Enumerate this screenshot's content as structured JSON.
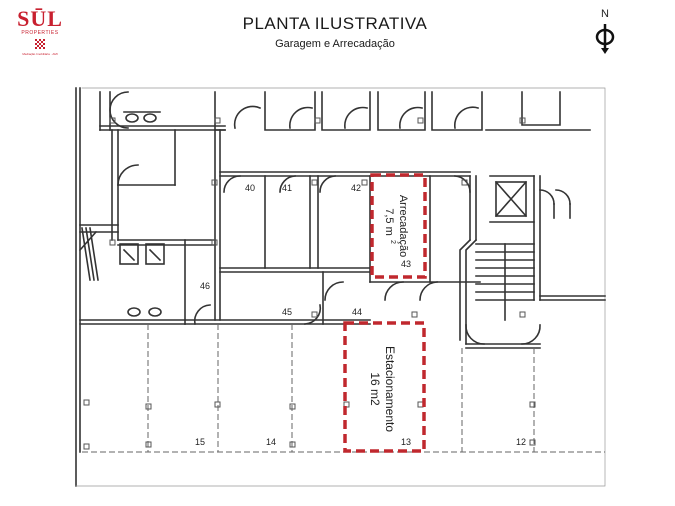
{
  "logo": {
    "name": "SŪL",
    "sub": "PROPERTIES",
    "tagline": "Mediação Imobiliária · AMI"
  },
  "header": {
    "title": "PLANTA ILUSTRATIVA",
    "subtitle": "Garagem e Arrecadação"
  },
  "north_label": "N",
  "rooms": {
    "r40": "40",
    "r41": "41",
    "r42": "42",
    "r43": "43",
    "r44": "44",
    "r45": "45",
    "r46": "46",
    "r15": "15",
    "r14": "14",
    "r13": "13",
    "r12": "12"
  },
  "highlights": {
    "storage": {
      "line1": "Arrecadação",
      "line2": "7,5 m",
      "sup": "2"
    },
    "parking": {
      "line1": "Estacionamento",
      "line2": "16 m2"
    }
  },
  "colors": {
    "brand": "#c8202f",
    "highlight": "#c0282e",
    "walls": "#333333"
  }
}
